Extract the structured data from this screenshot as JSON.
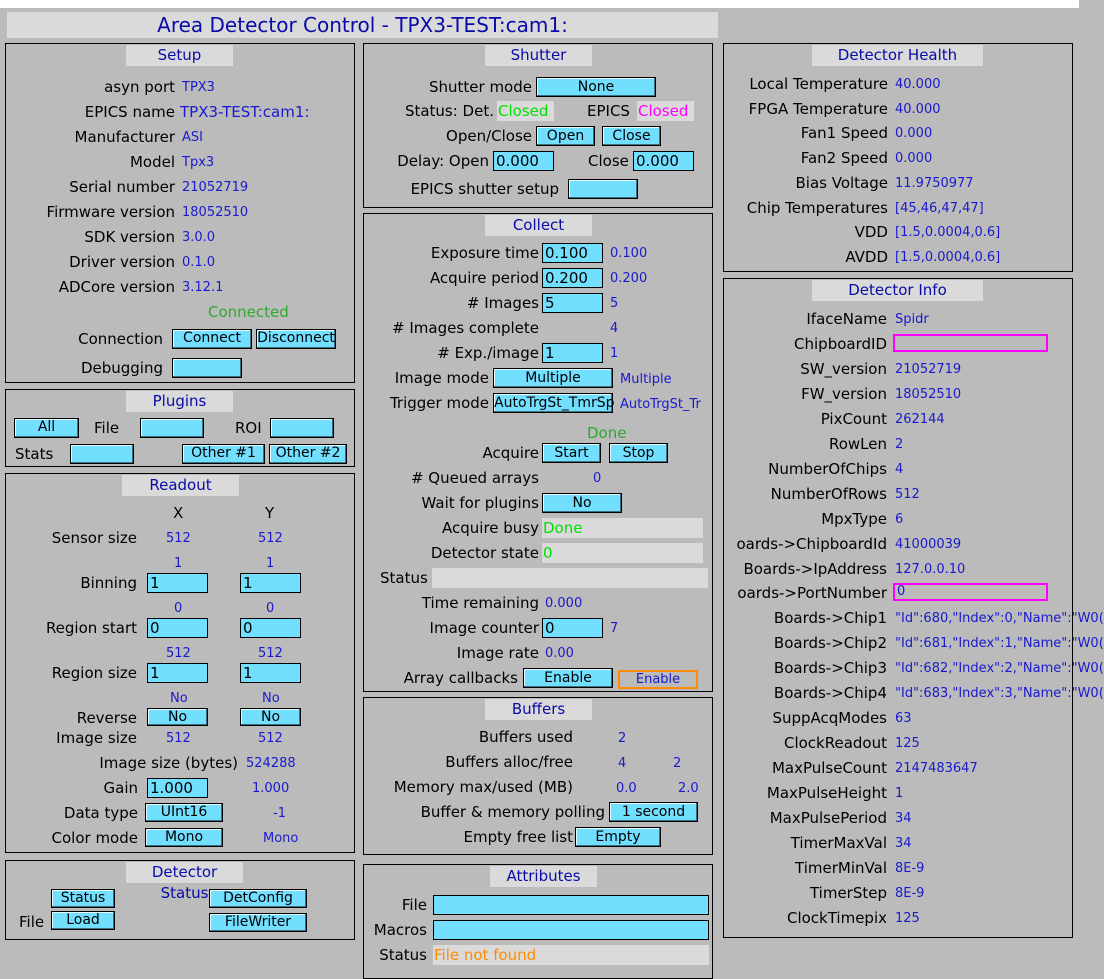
{
  "window_title": "Area Detector Control - TPX3-TEST:cam1:",
  "setup": {
    "title": "Setup",
    "asyn_port": {
      "label": "asyn port",
      "value": "TPX3"
    },
    "epics_name": {
      "label": "EPICS name",
      "value": "TPX3-TEST:cam1:"
    },
    "manufacturer": {
      "label": "Manufacturer",
      "value": "ASI"
    },
    "model": {
      "label": "Model",
      "value": "Tpx3"
    },
    "serial_number": {
      "label": "Serial number",
      "value": "21052719"
    },
    "firmware_version": {
      "label": "Firmware version",
      "value": "18052510"
    },
    "sdk_version": {
      "label": "SDK version",
      "value": "3.0.0"
    },
    "driver_version": {
      "label": "Driver version",
      "value": "0.1.0"
    },
    "adcore_version": {
      "label": "ADCore version",
      "value": "3.12.1"
    },
    "connection_status": "Connected",
    "connection_label": "Connection",
    "connect_button": "Connect",
    "disconnect_button": "Disconnect",
    "debugging_label": "Debugging"
  },
  "plugins": {
    "title": "Plugins",
    "all_button": "All",
    "file_label": "File",
    "roi_label": "ROI",
    "stats_label": "Stats",
    "other1_button": "Other #1",
    "other2_button": "Other #2"
  },
  "readout": {
    "title": "Readout",
    "x_header": "X",
    "y_header": "Y",
    "sensor_size": {
      "label": "Sensor size",
      "x": "512",
      "y": "512"
    },
    "binning": {
      "label": "Binning",
      "x_rbv": "1",
      "y_rbv": "1",
      "x": "1",
      "y": "1"
    },
    "region_start": {
      "label": "Region start",
      "x_rbv": "0",
      "y_rbv": "0",
      "x": "0",
      "y": "0"
    },
    "region_size": {
      "label": "Region size",
      "x_rbv": "512",
      "y_rbv": "512",
      "x": "1",
      "y": "1"
    },
    "reverse": {
      "label": "Reverse",
      "x_rbv": "No",
      "y_rbv": "No",
      "x": "No",
      "y": "No"
    },
    "image_size": {
      "label": "Image size",
      "x": "512",
      "y": "512"
    },
    "image_size_bytes": {
      "label": "Image size (bytes)",
      "value": "524288"
    },
    "gain": {
      "label": "Gain",
      "value": "1.000",
      "rbv": "1.000"
    },
    "data_type": {
      "label": "Data type",
      "value": "UInt16",
      "rbv": "-1"
    },
    "color_mode": {
      "label": "Color mode",
      "value": "Mono",
      "rbv": "Mono"
    }
  },
  "detector_status": {
    "title": "Detector Status",
    "status_button": "Status",
    "detconfig_button": "DetConfig",
    "file_label": "File",
    "load_button": "Load",
    "filewriter_button": "FileWriter"
  },
  "shutter": {
    "title": "Shutter",
    "mode_label": "Shutter mode",
    "mode_value": "None",
    "status_label": "Status: Det.",
    "det_status": "Closed",
    "epics_label": "EPICS",
    "epics_status": "Closed",
    "open_close_label": "Open/Close",
    "open_button": "Open",
    "close_button": "Close",
    "delay_open_label": "Delay: Open",
    "delay_open_value": "0.000",
    "delay_close_label": "Close",
    "delay_close_value": "0.000",
    "epics_setup_label": "EPICS shutter setup"
  },
  "collect": {
    "title": "Collect",
    "exposure_time": {
      "label": "Exposure time",
      "value": "0.100",
      "rbv": "0.100"
    },
    "acquire_period": {
      "label": "Acquire period",
      "value": "0.200",
      "rbv": "0.200"
    },
    "num_images": {
      "label": "# Images",
      "value": "5",
      "rbv": "5"
    },
    "images_complete": {
      "label": "# Images complete",
      "rbv": "4"
    },
    "exp_per_image": {
      "label": "# Exp./image",
      "value": "1",
      "rbv": "1"
    },
    "image_mode": {
      "label": "Image mode",
      "value": "Multiple",
      "rbv": "Multiple"
    },
    "trigger_mode": {
      "label": "Trigger mode",
      "value": "AutoTrgSt_TmrSp",
      "rbv": "AutoTrgSt_Tr"
    },
    "acquire_status": "Done",
    "acquire_label": "Acquire",
    "start_button": "Start",
    "stop_button": "Stop",
    "queued_arrays": {
      "label": "# Queued arrays",
      "rbv": "0"
    },
    "wait_for_plugins": {
      "label": "Wait for plugins",
      "value": "No"
    },
    "acquire_busy": {
      "label": "Acquire busy",
      "value": "Done"
    },
    "detector_state": {
      "label": "Detector state",
      "value": "0"
    },
    "status_label": "Status",
    "status_value": "",
    "time_remaining": {
      "label": "Time remaining",
      "value": "0.000"
    },
    "image_counter": {
      "label": "Image counter",
      "value": "0",
      "rbv": "7"
    },
    "image_rate": {
      "label": "Image rate",
      "value": "0.00"
    },
    "array_callbacks": {
      "label": "Array callbacks",
      "value": "Enable",
      "rbv": "Enable"
    }
  },
  "buffers": {
    "title": "Buffers",
    "used": {
      "label": "Buffers used",
      "value": "2"
    },
    "alloc_free": {
      "label": "Buffers alloc/free",
      "alloc": "4",
      "free": "2"
    },
    "memory": {
      "label": "Memory max/used (MB)",
      "max": "0.0",
      "used": "2.0"
    },
    "polling": {
      "label": "Buffer & memory polling",
      "value": "1 second"
    },
    "empty_free": {
      "label": "Empty free list",
      "button": "Empty"
    }
  },
  "attributes": {
    "title": "Attributes",
    "file_label": "File",
    "file_value": "",
    "macros_label": "Macros",
    "macros_value": "",
    "status_label": "Status",
    "status_value": "File not found"
  },
  "health": {
    "title": "Detector Health",
    "rows": [
      {
        "label": "Local Temperature",
        "value": "40.000"
      },
      {
        "label": "FPGA Temperature",
        "value": "40.000"
      },
      {
        "label": "Fan1 Speed",
        "value": "0.000"
      },
      {
        "label": "Fan2 Speed",
        "value": "0.000"
      },
      {
        "label": "Bias Voltage",
        "value": "11.9750977"
      },
      {
        "label": "Chip Temperatures",
        "value": "[45,46,47,47]"
      },
      {
        "label": "VDD",
        "value": "[1.5,0.0004,0.6]"
      },
      {
        "label": "AVDD",
        "value": "[1.5,0.0004,0.6]"
      }
    ]
  },
  "info": {
    "title": "Detector Info",
    "rows": [
      {
        "label": "IfaceName",
        "value": "Spidr"
      },
      {
        "label": "ChipboardID",
        "value": "",
        "magenta": true
      },
      {
        "label": "SW_version",
        "value": "21052719"
      },
      {
        "label": "FW_version",
        "value": "18052510"
      },
      {
        "label": "PixCount",
        "value": "262144"
      },
      {
        "label": "RowLen",
        "value": "2"
      },
      {
        "label": "NumberOfChips",
        "value": "4"
      },
      {
        "label": "NumberOfRows",
        "value": "512"
      },
      {
        "label": "MpxType",
        "value": "6"
      },
      {
        "label": "oards->ChipboardId",
        "value": "41000039"
      },
      {
        "label": "Boards->IpAddress",
        "value": "127.0.0.10"
      },
      {
        "label": "oards->PortNumber",
        "value": "0",
        "magenta": true
      },
      {
        "label": "Boards->Chip1",
        "value": "\"Id\":680,\"Index\":0,\"Name\":\"W0("
      },
      {
        "label": "Boards->Chip2",
        "value": "\"Id\":681,\"Index\":1,\"Name\":\"W0("
      },
      {
        "label": "Boards->Chip3",
        "value": "\"Id\":682,\"Index\":2,\"Name\":\"W0("
      },
      {
        "label": "Boards->Chip4",
        "value": "\"Id\":683,\"Index\":3,\"Name\":\"W0("
      },
      {
        "label": "SuppAcqModes",
        "value": "63"
      },
      {
        "label": "ClockReadout",
        "value": "125"
      },
      {
        "label": "MaxPulseCount",
        "value": "2147483647"
      },
      {
        "label": "MaxPulseHeight",
        "value": "1"
      },
      {
        "label": "MaxPulsePeriod",
        "value": "34"
      },
      {
        "label": "TimerMaxVal",
        "value": "34"
      },
      {
        "label": "TimerMinVal",
        "value": "8E-9"
      },
      {
        "label": "TimerStep",
        "value": "8E-9"
      },
      {
        "label": "ClockTimepix",
        "value": "125"
      }
    ]
  },
  "colors": {
    "button": "#73dfff",
    "title_text": "#0a0aa8",
    "readback": "#1a1acc",
    "background": "#bbbbbb"
  }
}
